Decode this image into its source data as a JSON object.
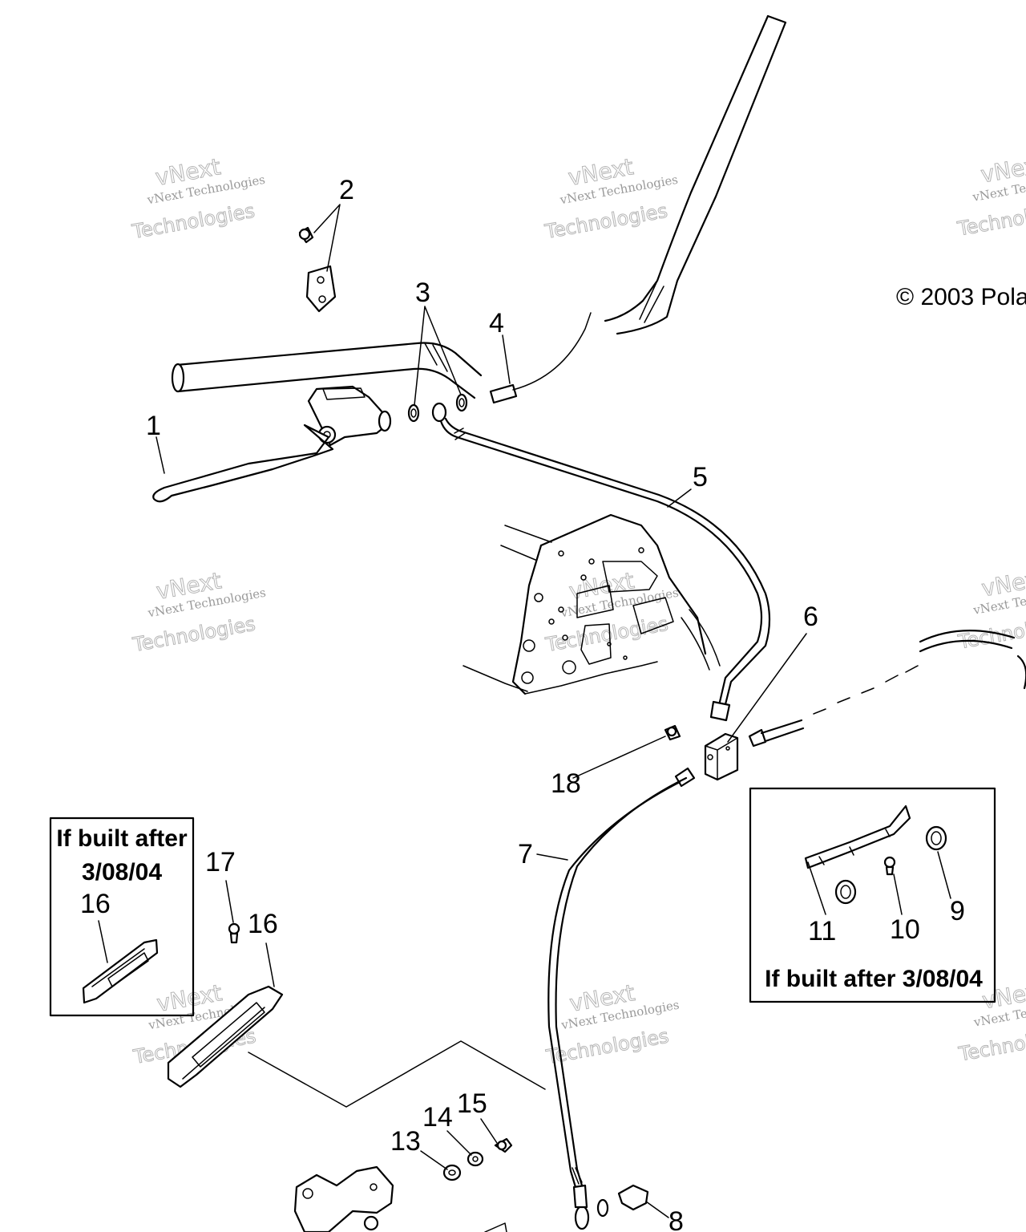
{
  "copyright": "© 2003 Pola",
  "watermark": {
    "line1": "vNext",
    "line2": "vNext Technologies",
    "line3": "Technologies"
  },
  "callouts": {
    "c1": "1",
    "c2": "2",
    "c3": "3",
    "c4": "4",
    "c5": "5",
    "c6": "6",
    "c7": "7",
    "c8": "8",
    "c9": "9",
    "c10": "10",
    "c11": "11",
    "c13": "13",
    "c14": "14",
    "c15": "15",
    "c16a": "16",
    "c16b": "16",
    "c17": "17",
    "c18": "18"
  },
  "inset_left": {
    "line1": "If built after",
    "line2": "3/08/04"
  },
  "inset_right": {
    "caption": "If built after 3/08/04"
  }
}
